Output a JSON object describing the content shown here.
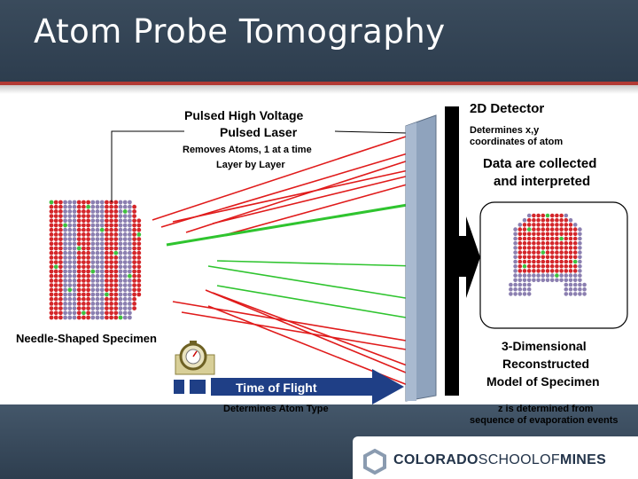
{
  "title": "Atom Probe Tomography",
  "labels": {
    "pulsed_voltage": "Pulsed High Voltage",
    "pulsed_laser": "Pulsed Laser",
    "removes_atoms": "Removes Atoms, 1 at a time",
    "layer_by_layer": "Layer by Layer",
    "detector": "2D Detector",
    "detector_desc_1": "Determines x,y",
    "detector_desc_2": "coordinates of atom",
    "collected_1": "Data are collected",
    "collected_2": "and interpreted",
    "specimen": "Needle-Shaped Specimen",
    "time_of_flight": "Time of Flight",
    "atom_type": "Determines Atom Type",
    "model_1": "3-Dimensional",
    "model_2": "Reconstructed",
    "model_3": "Model of Specimen",
    "z_1": "z is determined from",
    "z_2": "sequence of evaporation events"
  },
  "logo": {
    "bold": "COLORADO",
    "light": "SCHOOL",
    "of": "OF",
    "mines": "MINES"
  },
  "colors": {
    "atom_red": "#d4262a",
    "atom_purple": "#8b7fb0",
    "atom_green": "#3fbf3f",
    "ray_red": "#e01b1b",
    "ray_green": "#2fc42f",
    "detector": "#8fa3bd"
  },
  "icons": [
    "stopwatch-icon",
    "arrow-right-icon",
    "logo-mark-icon"
  ]
}
